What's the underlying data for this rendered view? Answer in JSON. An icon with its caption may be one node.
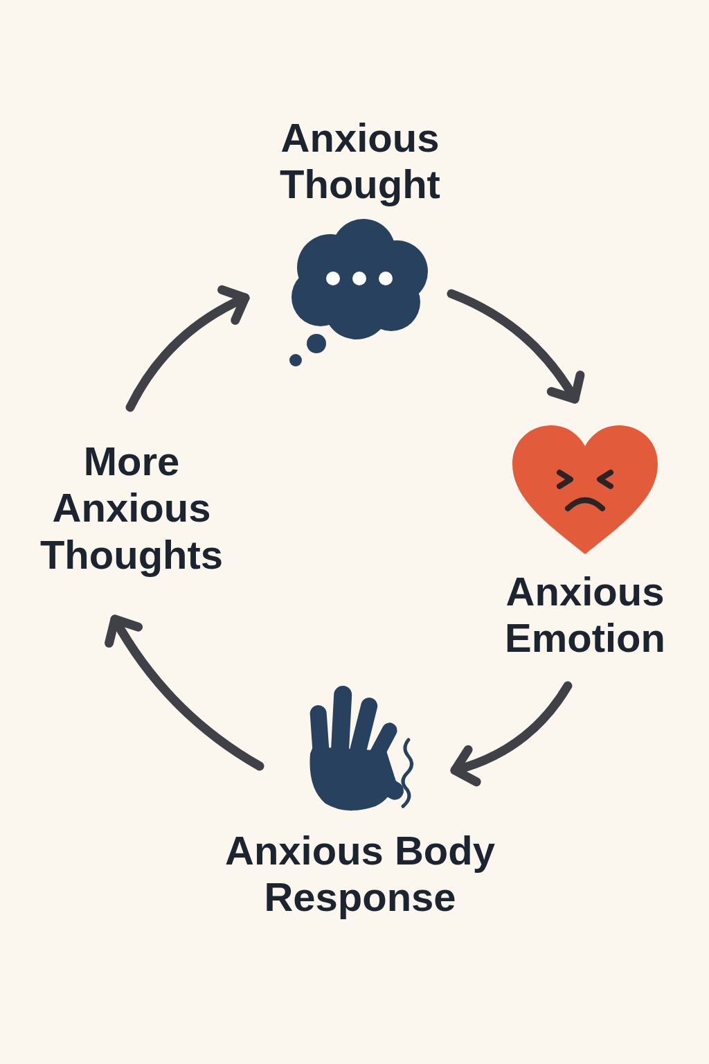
{
  "diagram": {
    "nodes": [
      {
        "text": [
          "Anxious Thought"
        ]
      },
      {
        "text": [
          "Anxious Emotion"
        ]
      },
      {
        "text": [
          "Anxious Body Response"
        ]
      },
      {
        "text": [
          "More Anxious Thoughts"
        ]
      }
    ],
    "edges": [
      {
        "from": 0,
        "to": 1,
        "arrow": "to"
      },
      {
        "from": 1,
        "to": 2,
        "arrow": "to"
      },
      {
        "from": 2,
        "to": 3,
        "arrow": "to"
      },
      {
        "from": 3,
        "to": 0,
        "arrow": "to"
      }
    ]
  }
}
